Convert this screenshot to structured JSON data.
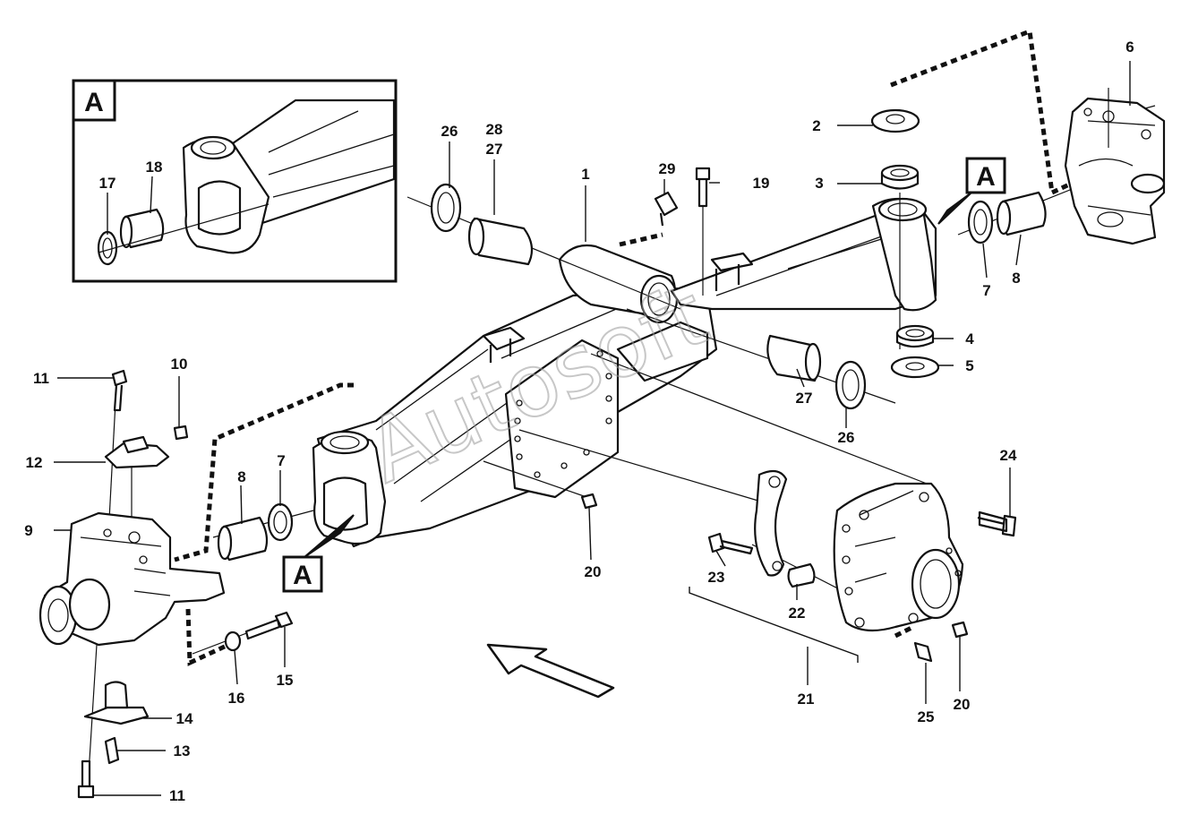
{
  "labels": {
    "l1": "1",
    "l2": "2",
    "l3": "3",
    "l4": "4",
    "l5": "5",
    "l6": "6",
    "l7a": "7",
    "l7b": "7",
    "l8a": "8",
    "l8b": "8",
    "l9": "9",
    "l10": "10",
    "l11a": "11",
    "l11b": "11",
    "l12": "12",
    "l13": "13",
    "l14": "14",
    "l15": "15",
    "l16": "16",
    "l17": "17",
    "l18": "18",
    "l19": "19",
    "l20a": "20",
    "l20b": "20",
    "l21": "21",
    "l22": "22",
    "l23": "23",
    "l24": "24",
    "l25": "25",
    "l26a": "26",
    "l26b": "26",
    "l27a": "27",
    "l27b": "27",
    "l28": "28",
    "l29": "29"
  },
  "detail_tags": {
    "inset": "A",
    "right": "A",
    "left": "A"
  },
  "watermark": "Autosoft",
  "icons": {
    "direction": "direction-arrow-icon"
  }
}
